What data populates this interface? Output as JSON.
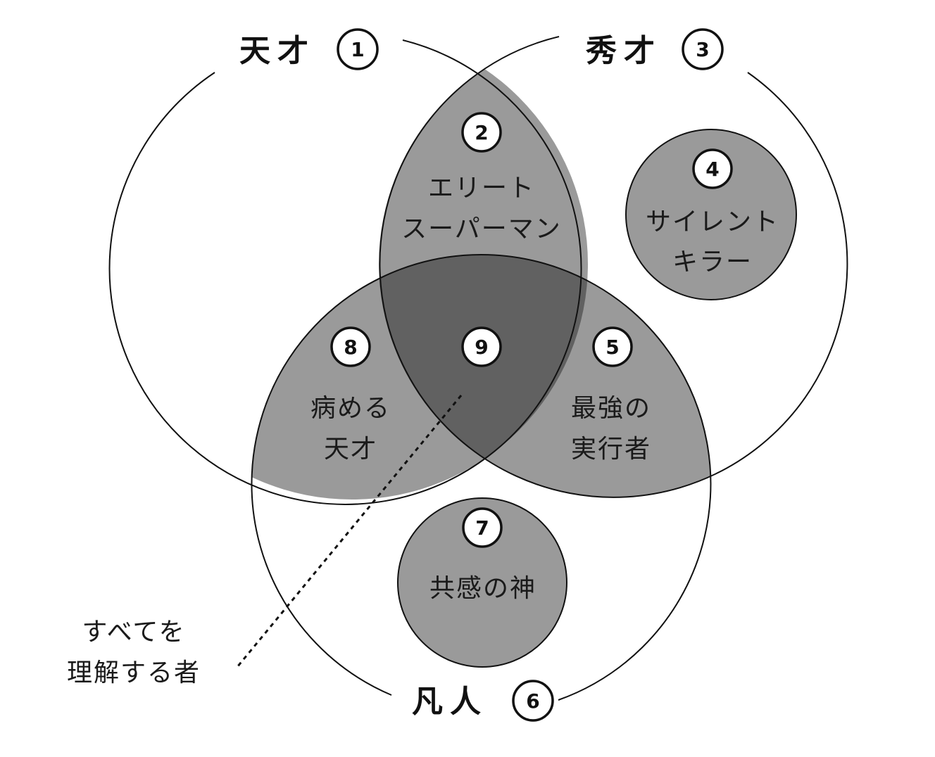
{
  "circles": {
    "genius": {
      "label": "天才",
      "number": "1"
    },
    "shusai": {
      "label": "秀才",
      "number": "3"
    },
    "bonjin": {
      "label": "凡人",
      "number": "6"
    }
  },
  "regions": {
    "elite_superman": {
      "number": "2",
      "lines": [
        "エリート",
        "スーパーマン"
      ]
    },
    "silent_killer": {
      "number": "4",
      "lines": [
        "サイレント",
        "キラー"
      ]
    },
    "strongest_doer": {
      "number": "5",
      "lines": [
        "最強の",
        "実行者"
      ]
    },
    "god_of_empathy": {
      "number": "7",
      "lines": [
        "共感の神"
      ]
    },
    "sick_genius": {
      "number": "8",
      "lines": [
        "病める",
        "天才"
      ]
    },
    "center": {
      "number": "9"
    }
  },
  "callout": {
    "lines": [
      "すべてを",
      "理解する者"
    ]
  },
  "colors": {
    "fill_single": "#9a9a9a",
    "fill_triple": "#616161",
    "stroke": "#111111",
    "background": "#ffffff"
  }
}
